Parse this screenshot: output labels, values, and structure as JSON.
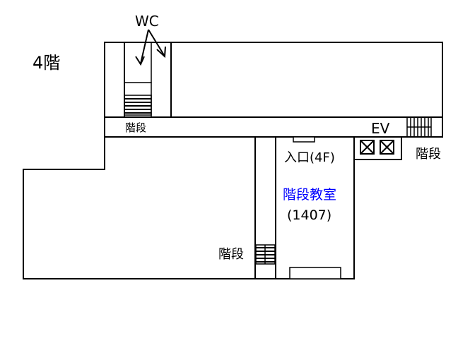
{
  "floor_label": "4階",
  "labels": {
    "wc": "WC",
    "stairs_top": "階段",
    "ev": "EV",
    "stairs_right": "階段",
    "entrance": "入口(4F)",
    "room_name": "階段教室",
    "room_number": "(1407)",
    "stairs_bottom": "階段"
  },
  "colors": {
    "line": "#000000",
    "highlight_text": "#0000ff",
    "background": "#ffffff"
  }
}
